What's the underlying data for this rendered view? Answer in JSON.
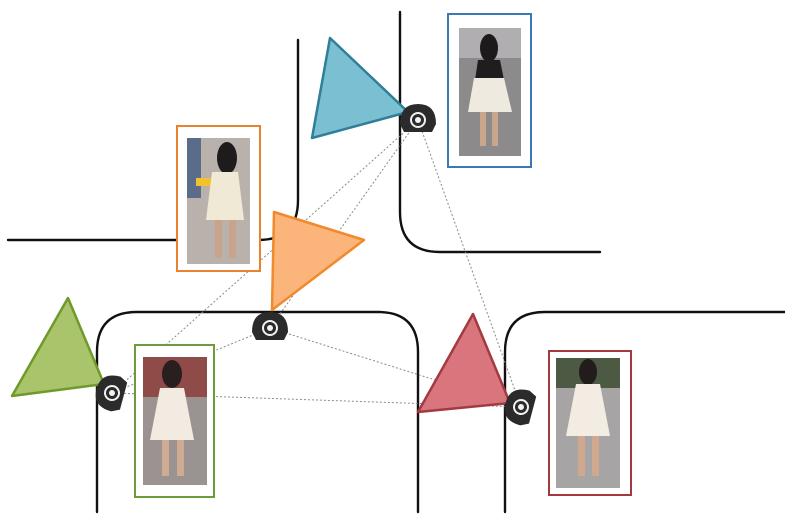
{
  "colors": {
    "road": "#111111",
    "link": "#8a8a8a",
    "camera_body": "#2b2b2b",
    "camera_lens": "#f2f2f2"
  },
  "cameras": [
    {
      "id": "blue",
      "color": "#7bbfd2",
      "stroke": "#2f7f99",
      "frame": "#3b78b8"
    },
    {
      "id": "orange",
      "color": "#fbb57b",
      "stroke": "#f08a2c",
      "frame": "#e8822e"
    },
    {
      "id": "green",
      "color": "#a9c46b",
      "stroke": "#6f9a2a",
      "frame": "#6f9a3a"
    },
    {
      "id": "red",
      "color": "#d9767d",
      "stroke": "#a33a40",
      "frame": "#a43a3f"
    }
  ],
  "links": [
    [
      "blue",
      "orange"
    ],
    [
      "blue",
      "green"
    ],
    [
      "blue",
      "red"
    ],
    [
      "orange",
      "green"
    ],
    [
      "orange",
      "red"
    ],
    [
      "green",
      "red"
    ]
  ]
}
